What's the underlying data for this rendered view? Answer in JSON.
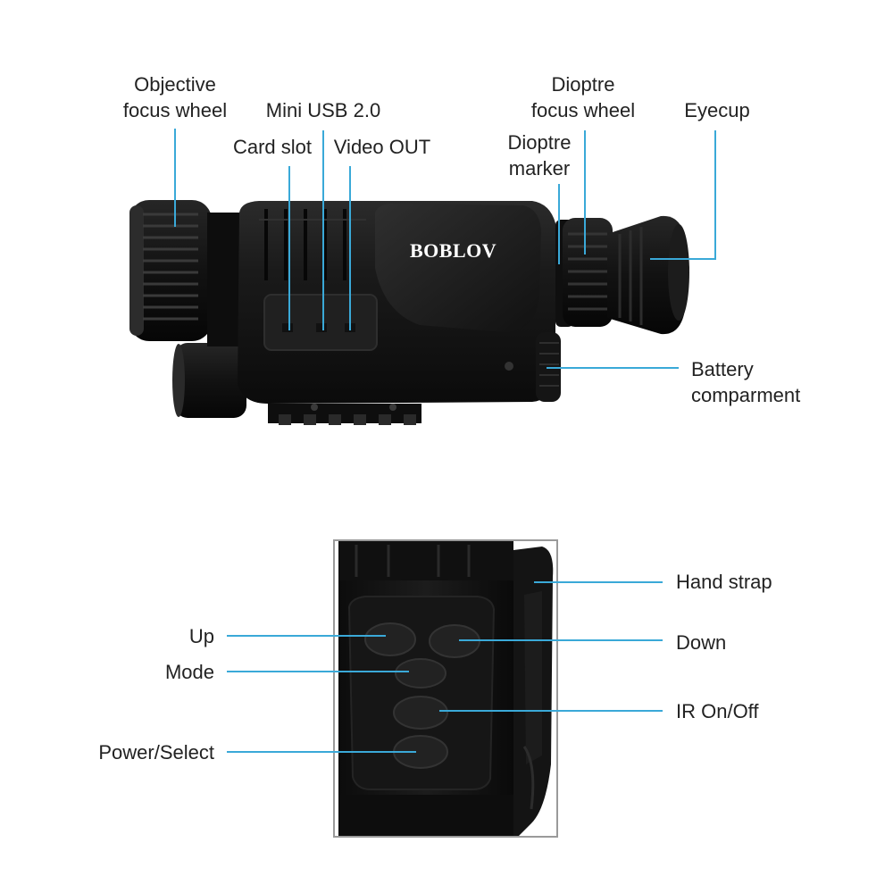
{
  "top_labels": {
    "objective_focus": [
      "Objective",
      "focus wheel"
    ],
    "mini_usb": "Mini USB 2.0",
    "card_slot": "Card slot",
    "video_out": "Video OUT",
    "dioptre_focus": [
      "Dioptre",
      "focus wheel"
    ],
    "dioptre_marker": [
      "Dioptre",
      "marker"
    ],
    "eyecup": "Eyecup",
    "battery": [
      "Battery",
      "comparment"
    ]
  },
  "bottom_labels": {
    "hand_strap": "Hand strap",
    "up": "Up",
    "down": "Down",
    "mode": "Mode",
    "ir": "IR On/Off",
    "power": "Power/Select"
  },
  "brand": "BOBLOV",
  "colors": {
    "callout_line": "#3aa9d8",
    "body": "#141414",
    "body_highlight": "#2a2a2a",
    "inset_border": "#9a9a9a"
  }
}
